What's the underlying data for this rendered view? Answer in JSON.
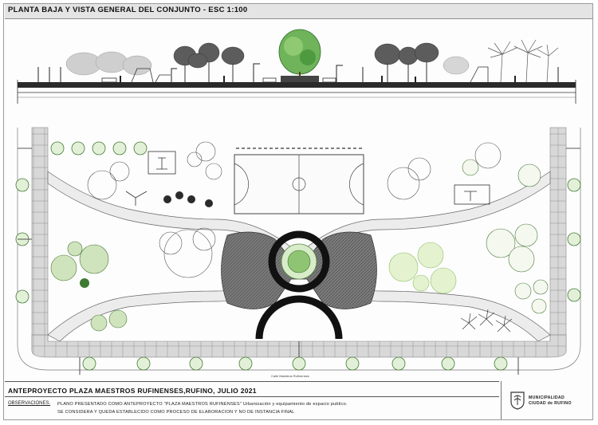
{
  "header": {
    "title": "PLANTA BAJA Y VISTA GENERAL DEL CONJUNTO  -  ESC 1:100"
  },
  "plan": {
    "street_label_bottom": "Calle Maestros Rufinenses"
  },
  "footer": {
    "project_title": "ANTEPROYECTO PLAZA MAESTROS RUFINENSES,RUFINO, JULIO 2021",
    "observations_label": "OBSERVACIONES.",
    "observations_line1": "PLANO PRESENTADO COMO ANTEPROYECTO \"PLAZA MAESTROS RUFINENSES\" Urbanización y equipamiento de espacio publico.",
    "observations_line2": "SE CONSIDERA Y QUEDA ESTABLECIDO COMO PROCESO DE ELABORACION Y NO DE INSTANCIA FINAL"
  },
  "logo": {
    "line1": "MUNICIPALIDAD",
    "line2": "CIUDAD de RUFINO",
    "icon": "municipal-shield-icon"
  },
  "colors": {
    "paving_dark": "#5a5a5a",
    "ring": "#111111",
    "tree_green": "#3f8f3f",
    "tree_light": "#b6d99a",
    "border_block": "#cfcfcf"
  }
}
